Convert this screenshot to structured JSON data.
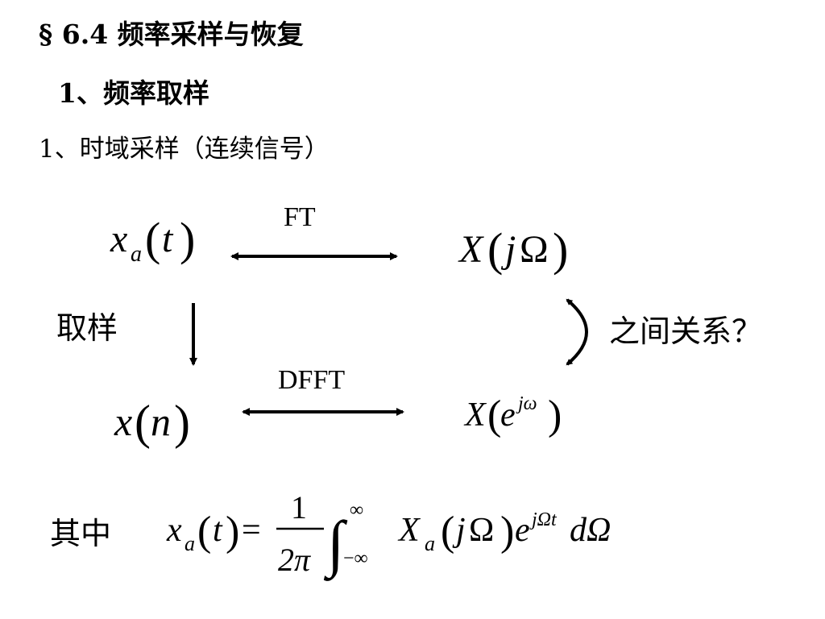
{
  "section_heading": "§ 6.4   频率采样与恢复",
  "subheading": "1、频率取样",
  "subsubheading": "1、时域采样（连续信号）",
  "diagram": {
    "top_left": {
      "base": "x",
      "sub": "a",
      "arg": "t"
    },
    "top_right": {
      "base": "X",
      "arg_j": "j",
      "arg_omega": "Ω"
    },
    "bottom_left": {
      "base": "x",
      "arg": "n"
    },
    "bottom_right": {
      "base": "X",
      "arg_e": "e",
      "sup": "jω"
    },
    "top_arrow_label": "FT",
    "bottom_arrow_label": "DFFT",
    "sampling_label": "取样",
    "relation_label": "之间关系？"
  },
  "formula": {
    "prefix": "其中",
    "lhs_base": "x",
    "lhs_sub": "a",
    "lhs_arg": "t",
    "equals": "=",
    "numerator": "1",
    "denominator": "2π",
    "upper_limit": "∞",
    "lower_limit": "−∞",
    "integrand_base": "X",
    "integrand_sub": "a",
    "integrand_j": "j",
    "integrand_omega": "Ω",
    "exp_base": "e",
    "exp_sup": "jΩt",
    "differential": "dΩ"
  }
}
